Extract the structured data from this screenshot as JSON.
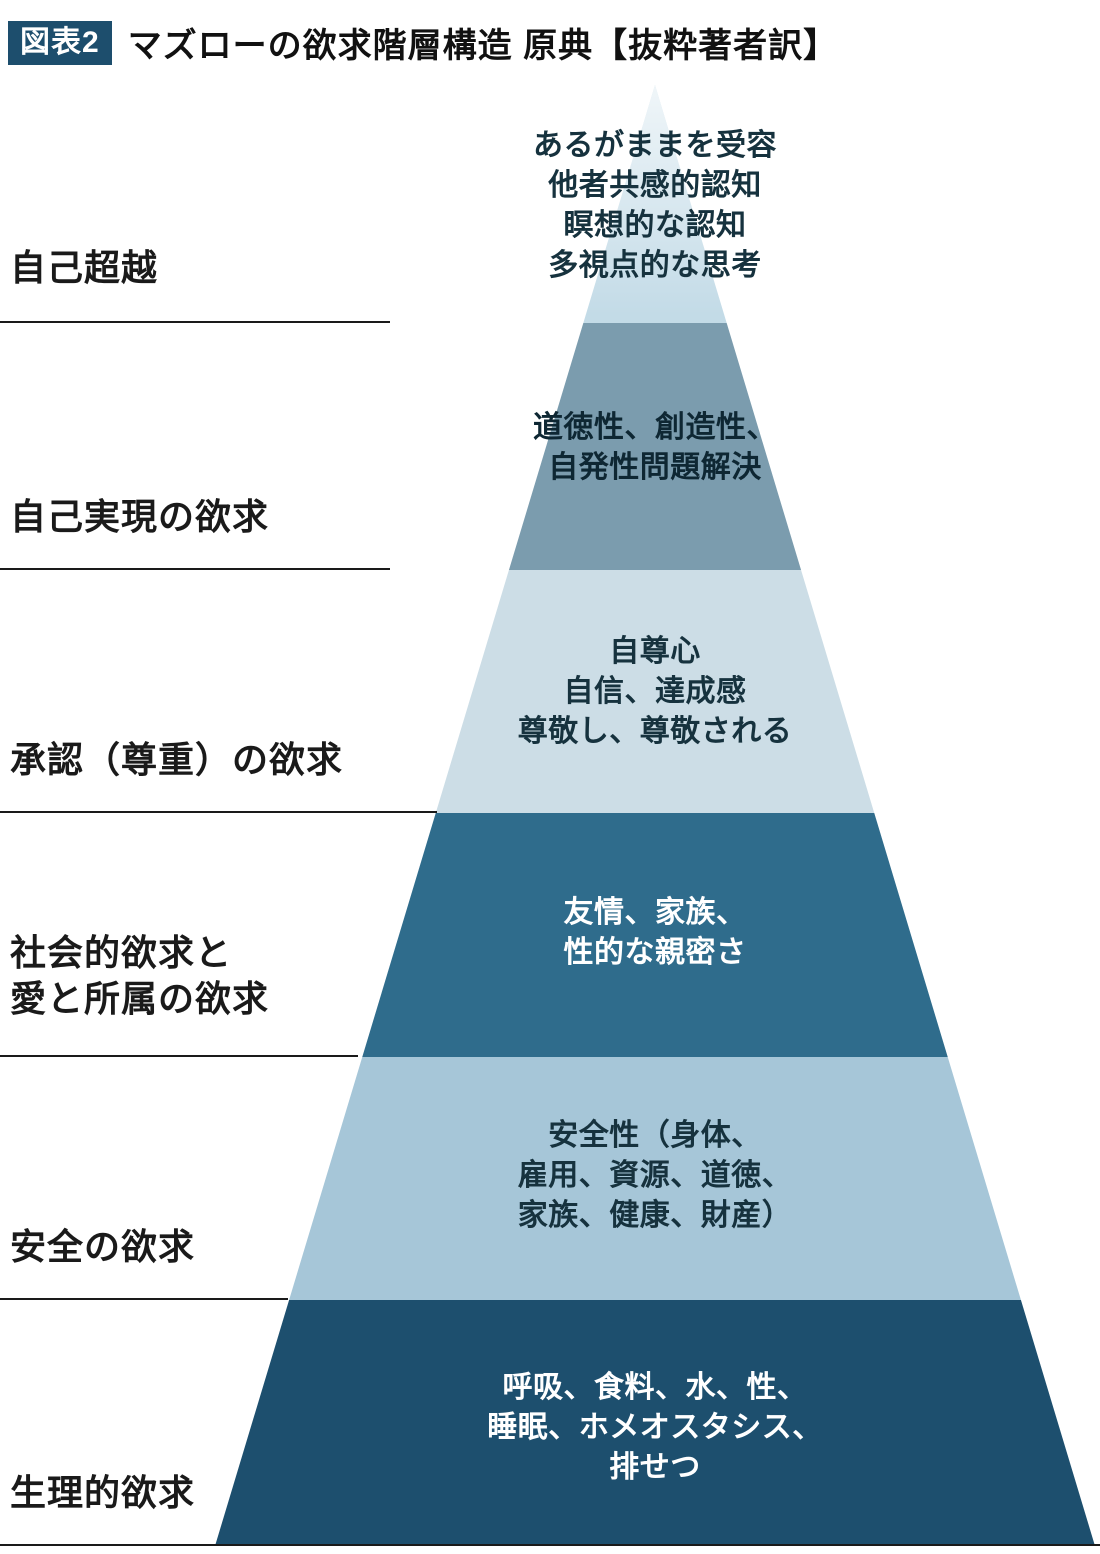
{
  "header": {
    "badge_label": "図表2",
    "badge_color": "#1d4e6d",
    "title": "マズローの欲求階層構造 原典【抜粋著者訳】"
  },
  "pyramid": {
    "levels": [
      {
        "name": "self-transcendence",
        "label": "自己超越",
        "content": "あるがままを受容\n他者共感的認知\n瞑想的な認知\n多視点的な思考",
        "band_color": "#c3dbe7",
        "content_color": "#16323e"
      },
      {
        "name": "self-actualization",
        "label": "自己実現の欲求",
        "content": "道徳性、創造性、\n自発性問題解決",
        "band_color": "#7b9cae",
        "content_color": "#0e2733"
      },
      {
        "name": "esteem",
        "label": "承認（尊重）の欲求",
        "content": "自尊心\n自信、達成感\n尊敬し、尊敬される",
        "band_color": "#ccdde6",
        "content_color": "#16323e"
      },
      {
        "name": "social-love-belonging",
        "label": "社会的欲求と\n愛と所属の欲求",
        "content": "友情、家族、\n性的な親密さ",
        "band_color": "#2f6c8c",
        "content_color": "#ffffff"
      },
      {
        "name": "safety",
        "label": "安全の欲求",
        "content": "安全性（身体、\n雇用、資源、道徳、\n家族、健康、財産）",
        "band_color": "#a6c6d8",
        "content_color": "#16323e"
      },
      {
        "name": "physiological",
        "label": "生理的欲求",
        "content": "呼吸、食料、水、性、\n睡眠、ホメオスタシス、\n排せつ",
        "band_color": "#1d4f6e",
        "content_color": "#ffffff"
      }
    ]
  }
}
